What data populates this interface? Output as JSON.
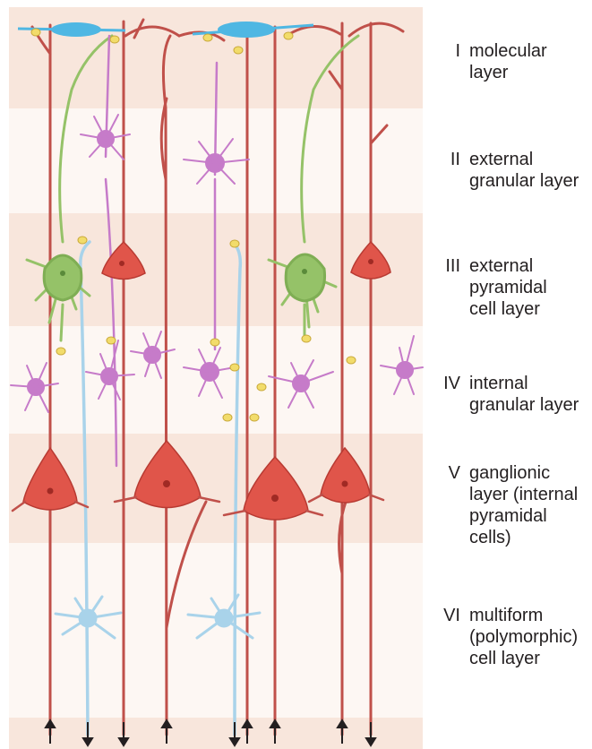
{
  "layers": [
    {
      "numeral": "I",
      "name": "molecular\nlayer"
    },
    {
      "numeral": "II",
      "name": "external\ngranular layer"
    },
    {
      "numeral": "III",
      "name": "external\npyramidal\ncell layer"
    },
    {
      "numeral": "IV",
      "name": "internal\ngranular layer"
    },
    {
      "numeral": "V",
      "name": "ganglionic\nlayer (internal\npyramidal\ncells)"
    },
    {
      "numeral": "VI",
      "name": "multiform\n(polymorphic)\ncell layer"
    }
  ],
  "colors": {
    "band_shaded": "#f8e6dc",
    "band_light": "#fdf7f3",
    "pyramidal_cell": "#e0554a",
    "pyramidal_outline": "#b83a32",
    "axon": "#c0504a",
    "stellate_cell": "#c67bc9",
    "granule_green": "#95c268",
    "fusiform_blue": "#a9d3ea",
    "horizontal_blue": "#4fb7e3",
    "synapse": "#f2dc6b",
    "label_text": "#231f20"
  },
  "flow_arrows": [
    "up",
    "down",
    "down",
    "up",
    "down",
    "up",
    "up",
    "up",
    "down"
  ]
}
